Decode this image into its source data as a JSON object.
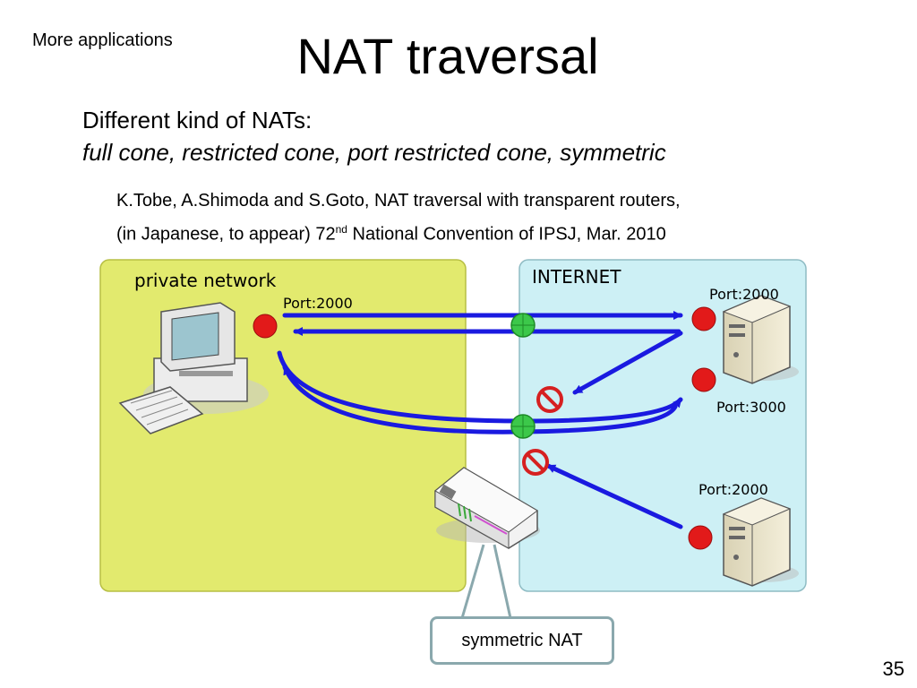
{
  "slide": {
    "section_label": "More applications",
    "title": "NAT traversal",
    "subtitle_line1": "Different kind of NATs:",
    "subtitle_line2": "full cone, restricted cone, port restricted cone, symmetric",
    "reference_line1": "K.Tobe, A.Shimoda and S.Goto, NAT traversal with transparent routers,",
    "reference_line2_pre": "(in Japanese, to appear) 72",
    "reference_line2_sup": "nd",
    "reference_line2_post": " National Convention of IPSJ, Mar. 2010",
    "page_number": "35"
  },
  "diagram": {
    "private_label": "private network",
    "internet_label": "INTERNET",
    "client_port": "Port:2000",
    "server1_port_a": "Port:2000",
    "server1_port_b": "Port:3000",
    "server2_port": "Port:2000",
    "nat_label": "symmetric NAT",
    "colors": {
      "private_bg": "#e2ea6e",
      "internet_bg": "#cdf0f5",
      "arrow": "#1a1ae0",
      "port_dot": "#e21a1a",
      "nat_point": "#3cc84a",
      "blocked": "#d62020"
    }
  }
}
